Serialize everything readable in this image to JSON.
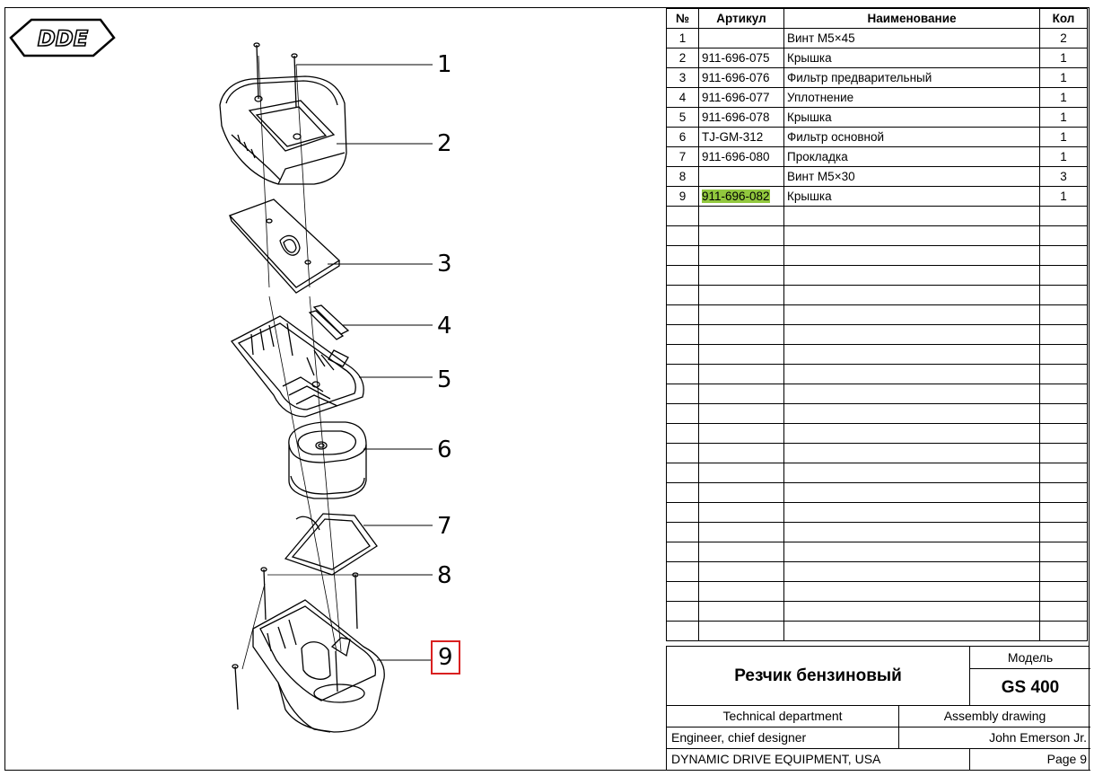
{
  "brand": {
    "logo_text": "DDE"
  },
  "callouts": [
    "1",
    "2",
    "3",
    "4",
    "5",
    "6",
    "7",
    "8",
    "9"
  ],
  "table": {
    "headers": [
      "№",
      "Артикул",
      "Наименование",
      "Кол"
    ],
    "rows": [
      [
        "1",
        "",
        "Винт М5×45",
        "2"
      ],
      [
        "2",
        "911-696-075",
        "Крышка",
        "1"
      ],
      [
        "3",
        "911-696-076",
        "Фильтр предварительный",
        "1"
      ],
      [
        "4",
        "911-696-077",
        "Уплотнение",
        "1"
      ],
      [
        "5",
        "911-696-078",
        "Крышка",
        "1"
      ],
      [
        "6",
        "TJ-GM-312",
        "Фильтр основной",
        "1"
      ],
      [
        "7",
        "911-696-080",
        "Прокладка",
        "1"
      ],
      [
        "8",
        "",
        "Винт М5×30",
        "3"
      ],
      [
        "9",
        "911-696-082",
        "Крышка",
        "1"
      ]
    ],
    "empty_rows": 22,
    "highlighted_article": "911-696-082",
    "highlight_color": "#92c83e"
  },
  "title_block": {
    "product": "Резчик бензиновый",
    "model_label": "Модель",
    "model": "GS 400",
    "department": "Technical department",
    "drawing_type": "Assembly drawing",
    "role": "Engineer, chief designer",
    "person": "John Emerson Jr.",
    "company": "DYNAMIC DRIVE EQUIPMENT, USA",
    "page": "Page 9"
  },
  "highlight_callout": "9",
  "highlight_callout_color": "#d92020"
}
